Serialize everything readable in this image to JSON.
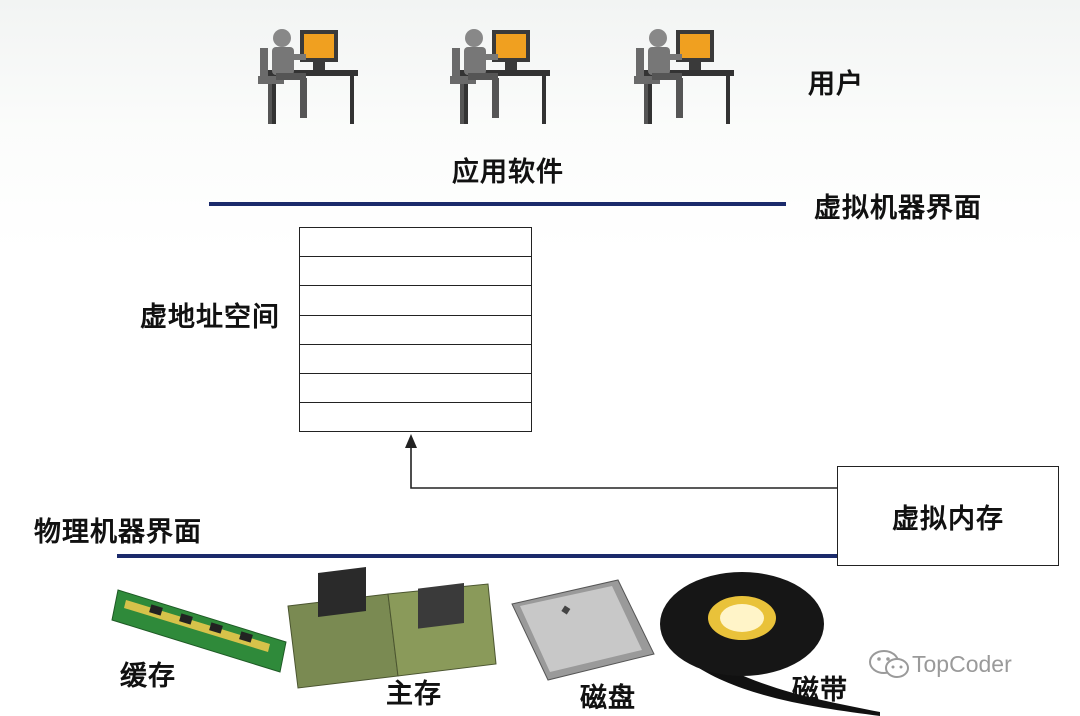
{
  "labels": {
    "users": "用户",
    "application": "应用软件",
    "virtual_interface": "虚拟机器界面",
    "virtual_address_space": "虚地址空间",
    "physical_interface": "物理机器界面",
    "virtual_memory": "虚拟内存"
  },
  "storage": {
    "cache": "缓存",
    "main_memory": "主存",
    "disk": "磁盘",
    "tape": "磁带"
  },
  "address_space_rows": 7,
  "watermark": {
    "text": "TopCoder",
    "icon": "wechat-icon"
  },
  "colors": {
    "interface_line": "#1b2a6b",
    "screen": "#f0a020",
    "outline": "#222222"
  }
}
